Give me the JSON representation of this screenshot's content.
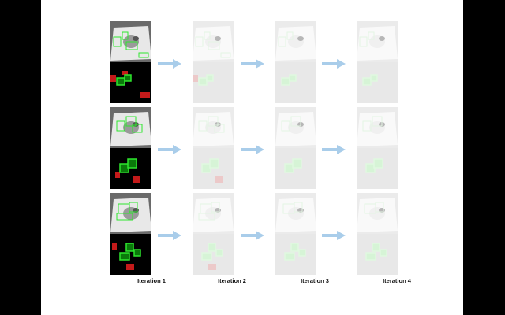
{
  "columns": [
    {
      "label": "Iteration 1"
    },
    {
      "label": "Iteration 2"
    },
    {
      "label": "Iteration 3"
    },
    {
      "label": "Iteration 4"
    }
  ],
  "rows": 3,
  "colors": {
    "background": "#000000",
    "slide": "#ffffff",
    "arrow": "#a9cdea",
    "box_green": "#2ee62e",
    "box_red": "#c41a1a"
  }
}
